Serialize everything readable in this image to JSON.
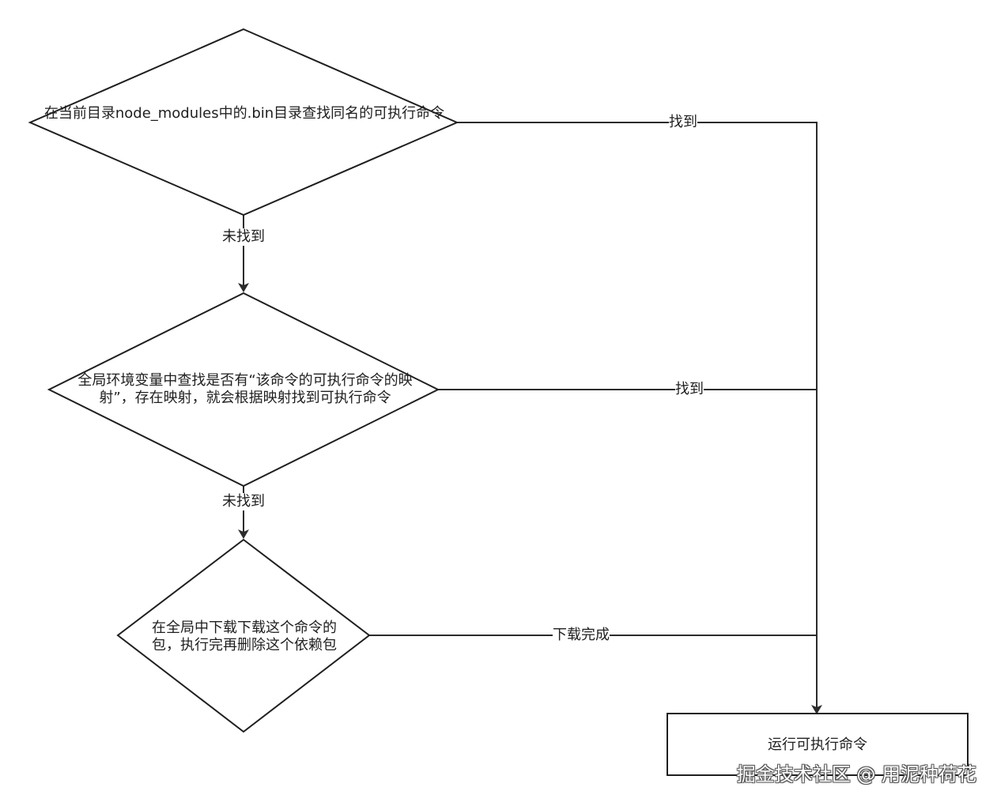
{
  "nodes": {
    "decision_local_bin": "在当前目录node_modules中的.bin目录查找同名的可执行命令",
    "decision_global_env": "全局环境变量中查找是否有“该命令的可执行命令的映射”，存在映射，就会根据映射找到可执行命令",
    "decision_download": "在全局中下载下载这个命令的包，执行完再删除这个依赖包",
    "run_command": "运行可执行命令"
  },
  "edges": {
    "local_found": "找到",
    "local_not_found": "未找到",
    "global_found": "找到",
    "global_not_found": "未找到",
    "download_done": "下载完成"
  },
  "watermark": "掘金技术社区 @ 用泥种荷花"
}
